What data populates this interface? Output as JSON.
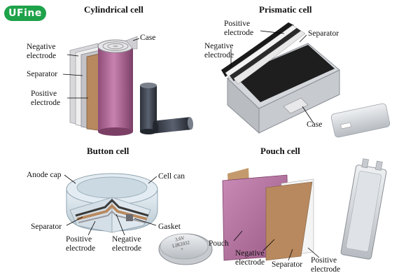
{
  "logo": {
    "text": "UFine"
  },
  "panels": {
    "cylindrical": {
      "title": "Cylindrical cell",
      "labels": {
        "case": "Case",
        "negative": "Negative\nelectrode",
        "separator": "Separator",
        "positive": "Positive\nelectrode"
      }
    },
    "prismatic": {
      "title": "Prismatic cell",
      "labels": {
        "positive": "Positive\nelectrode",
        "separator": "Separator",
        "negative": "Negative\nelectrode",
        "case": "Case"
      }
    },
    "button": {
      "title": "Button cell",
      "labels": {
        "anode_cap": "Anode cap",
        "cell_can": "Cell can",
        "separator": "Separator",
        "gasket": "Gasket",
        "positive": "Positive\nelectrode",
        "negative": "Negative\nelectrode"
      },
      "coin_text": "3.6V\nLIR2032\n+"
    },
    "pouch": {
      "title": "Pouch cell",
      "labels": {
        "pouch": "Pouch",
        "negative": "Negative\nelectrode",
        "separator": "Separator",
        "positive": "Positive\nelectrode"
      }
    }
  },
  "colors": {
    "logo_green": "#1ea24a",
    "cylinder_pink": "#b36b9b",
    "electrode_brown": "#b8895f",
    "separator_grey": "#d9d9dd",
    "prismatic_black": "#1e1e1e",
    "metal_silver": "#c9cdd2",
    "battery_dark": "#3a3f49"
  }
}
